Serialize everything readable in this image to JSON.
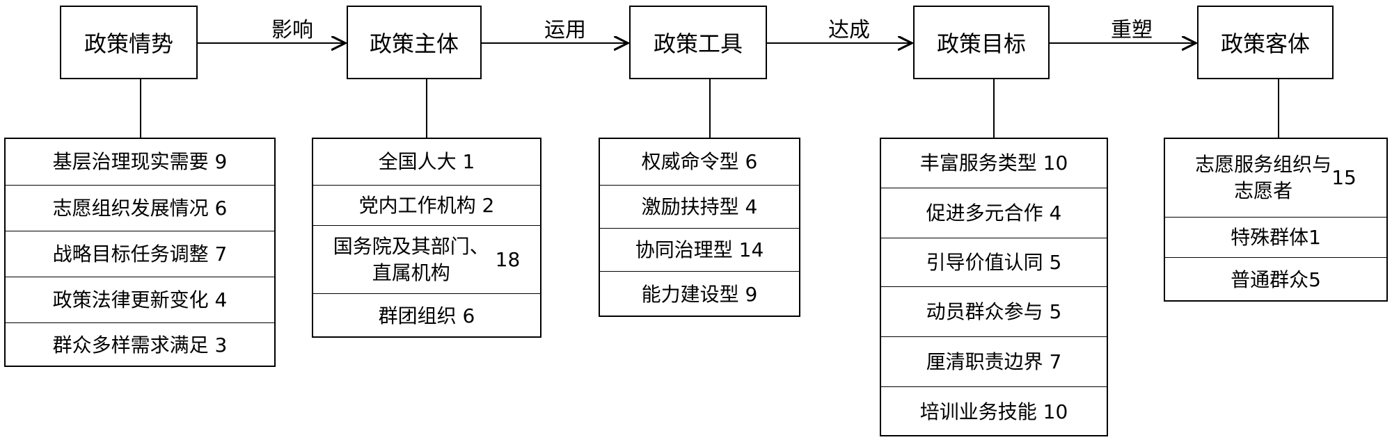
{
  "stages": [
    {
      "title": "政策情势",
      "items": [
        {
          "label": "基层治理现实需要",
          "count": "9"
        },
        {
          "label": "志愿组织发展情况",
          "count": "6"
        },
        {
          "label": "战略目标任务调整",
          "count": "7"
        },
        {
          "label": "政策法律更新变化",
          "count": "4"
        },
        {
          "label": "群众多样需求满足",
          "count": "3"
        }
      ]
    },
    {
      "title": "政策主体",
      "items": [
        {
          "label": "全国人大",
          "count": "1"
        },
        {
          "label": "党内工作机构",
          "count": "2"
        },
        {
          "label": "国务院及其部门、\n直属机构",
          "count": "18"
        },
        {
          "label": "群团组织",
          "count": "6"
        }
      ]
    },
    {
      "title": "政策工具",
      "items": [
        {
          "label": "权威命令型",
          "count": "6"
        },
        {
          "label": "激励扶持型",
          "count": "4"
        },
        {
          "label": "协同治理型",
          "count": "14"
        },
        {
          "label": "能力建设型",
          "count": "9"
        }
      ]
    },
    {
      "title": "政策目标",
      "items": [
        {
          "label": "丰富服务类型",
          "count": "10"
        },
        {
          "label": "促进多元合作",
          "count": "4"
        },
        {
          "label": "引导价值认同",
          "count": "5"
        },
        {
          "label": "动员群众参与",
          "count": "5"
        },
        {
          "label": "厘清职责边界",
          "count": "7"
        },
        {
          "label": "培训业务技能",
          "count": "10"
        }
      ]
    },
    {
      "title": "政策客体",
      "items": [
        {
          "label": "志愿服务组织与\n志愿者",
          "count": "15"
        },
        {
          "label": "特殊群体",
          "count": "1"
        },
        {
          "label": "普通群众",
          "count": "5"
        }
      ]
    }
  ],
  "connectors": [
    "影响",
    "运用",
    "达成",
    "重塑"
  ]
}
